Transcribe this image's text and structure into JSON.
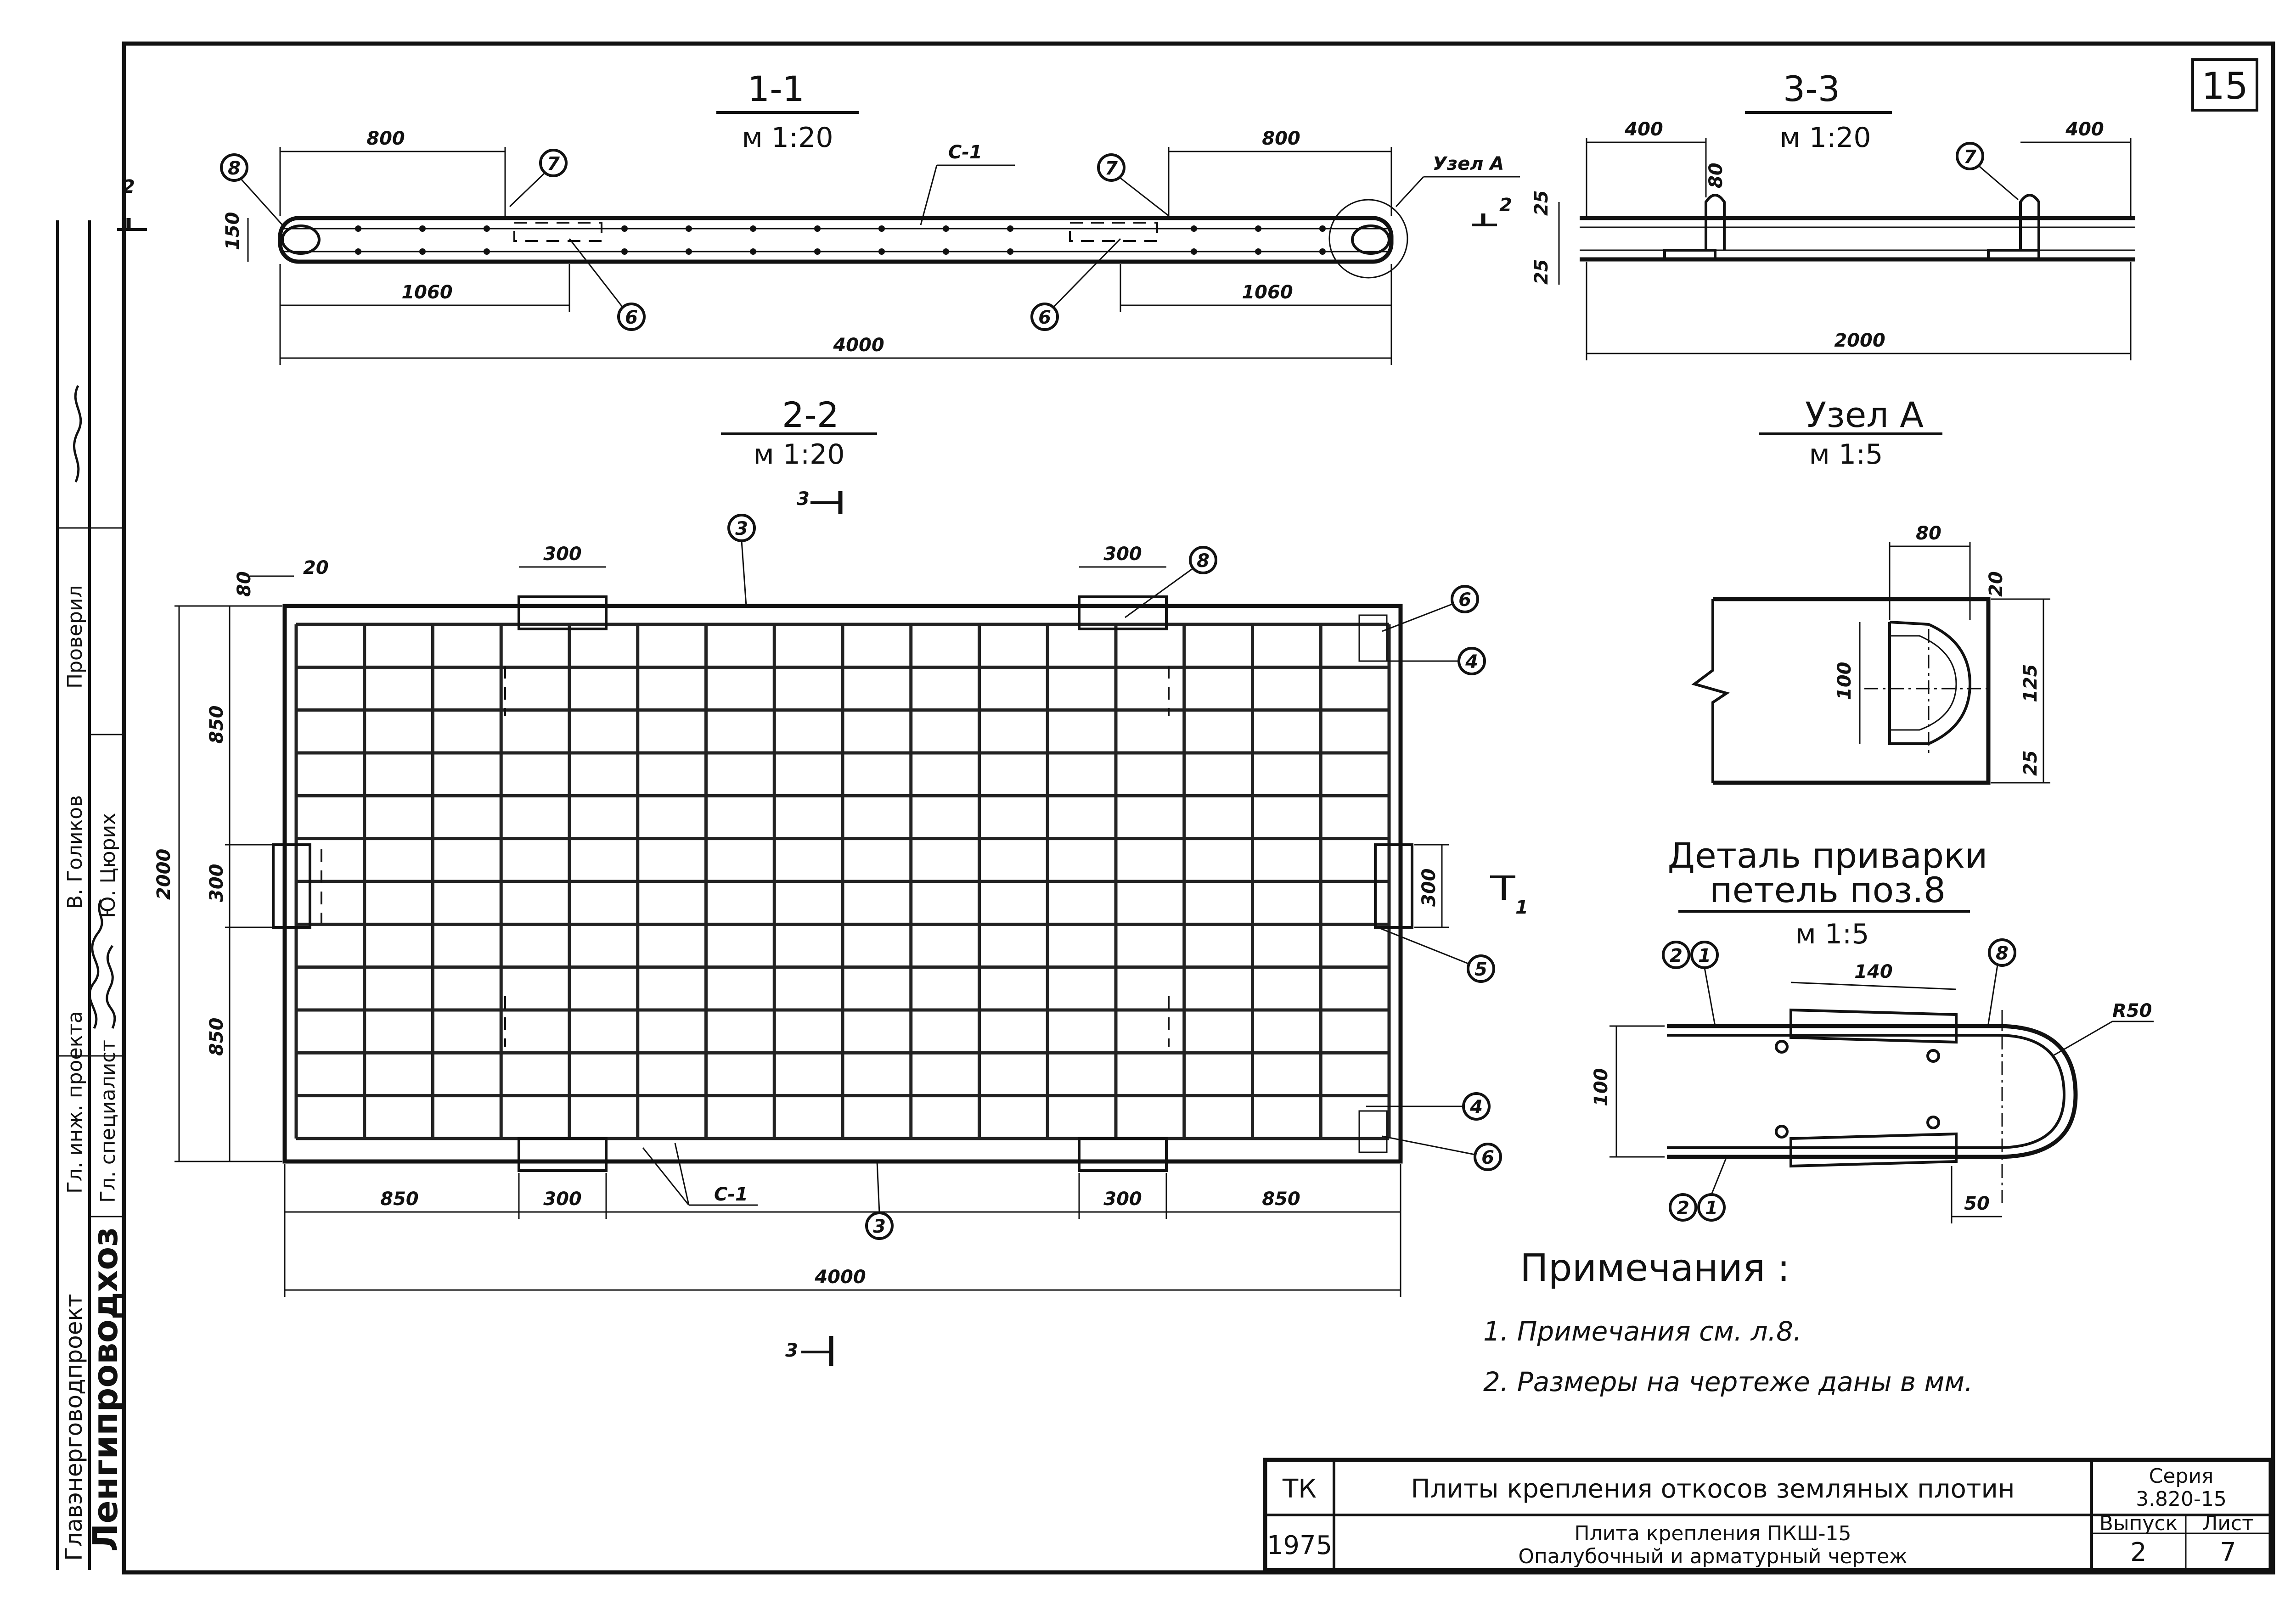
{
  "sheet_number": "15",
  "sections": {
    "s11": {
      "title": "1-1",
      "scale": "м 1:20",
      "dims": {
        "left_top": "800",
        "right_top": "800",
        "left_bottom": "1060",
        "right_bottom": "1060",
        "overall": "4000",
        "height": "150"
      },
      "marks": {
        "m8": "8",
        "m7a": "7",
        "m7b": "7",
        "m6a": "6",
        "m6b": "6",
        "c1": "С-1",
        "node": "Узел А",
        "cut": "2"
      }
    },
    "s33": {
      "title": "3-3",
      "scale": "м 1:20",
      "dims": {
        "left": "400",
        "right": "400",
        "loop": "80",
        "top": "25",
        "bottom": "25",
        "overall": "2000"
      },
      "marks": {
        "m7": "7",
        "cut": "2"
      }
    },
    "s22": {
      "title": "2-2",
      "scale": "м 1:20",
      "dims": {
        "top_left": "300",
        "top_right": "300",
        "edge_x": "20",
        "edge_y": "80",
        "upper": "850",
        "middle": "300",
        "lower": "850",
        "overall_h": "2000",
        "right_mid": "300",
        "bottom_left": "850",
        "bottom_mid_left": "300",
        "bottom_mid_right": "300",
        "bottom_right": "850",
        "overall_w": "4000"
      },
      "marks": {
        "m3top": "3",
        "m3bot": "3",
        "m8": "8",
        "m6top": "6",
        "m4top": "4",
        "m5": "5",
        "m4bot": "4",
        "m6bot": "6",
        "c1": "С-1",
        "cut_top": "3",
        "cut_bot": "3",
        "cut_right": "1"
      }
    },
    "nodeA": {
      "title": "Узел А",
      "scale": "м 1:5",
      "dims": {
        "w": "80",
        "top": "20",
        "h": "100",
        "total": "125",
        "bottom": "25"
      }
    },
    "weld": {
      "title_line1": "Деталь приварки",
      "title_line2": "петель поз.8",
      "scale": "м 1:5",
      "dims": {
        "len": "140",
        "h": "100",
        "r": "R50",
        "off": "50"
      },
      "marks": {
        "m2a": "2",
        "m1a": "1",
        "m8": "8",
        "m2b": "2",
        "m1b": "1"
      }
    }
  },
  "notes": {
    "heading": "Примечания :",
    "items": [
      "1. Примечания  см. л.8.",
      "2. Размеры на чертеже даны в мм."
    ]
  },
  "title_block": {
    "org_code": "ТК",
    "year": "1975",
    "project_title": "Плиты крепления откосов земляных плотин",
    "sheet_title_line1": "Плита крепления  ПКШ-15",
    "sheet_title_line2": "Опалубочный и арматурный чертеж",
    "series_label": "Серия",
    "series_value": "3.820-15",
    "issue_label": "Выпуск",
    "issue_value": "2",
    "sheet_label": "Лист",
    "sheet_value": "7"
  },
  "side_stamp": {
    "org": "Ленгипроводхоз",
    "department": "Главэнерговодпроект",
    "role1": "Гл. специалист",
    "role2": "Гл. инж. проекта",
    "role3": "Проверил",
    "name1": "Ю. Цюрих",
    "name2": "В. Голиков"
  }
}
